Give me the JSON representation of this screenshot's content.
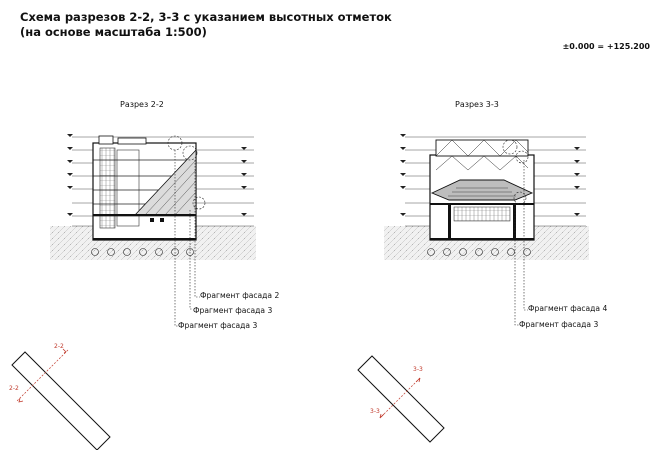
{
  "header": {
    "title_line1": "Схема разрезов 2-2, 3-3 с указанием высотных отметок",
    "title_line2": "(на основе масштаба 1:500)",
    "elevation_note": "±0.000 = +125.200"
  },
  "sections": [
    {
      "title": "Разрез 2-2",
      "fragments": [
        "Фрагмент фасада 2",
        "Фрагмент фасада 3",
        "Фрагмент фасада 3"
      ]
    },
    {
      "title": "Разрез 3-3",
      "fragments": [
        "Фрагмент фасада 4",
        "Фрагмент фасада 3"
      ]
    }
  ],
  "key_plans": [
    {
      "labels": [
        "2-2",
        "2-2"
      ],
      "color": "#c0392b"
    },
    {
      "labels": [
        "3-3",
        "3-3"
      ],
      "color": "#c0392b"
    }
  ]
}
